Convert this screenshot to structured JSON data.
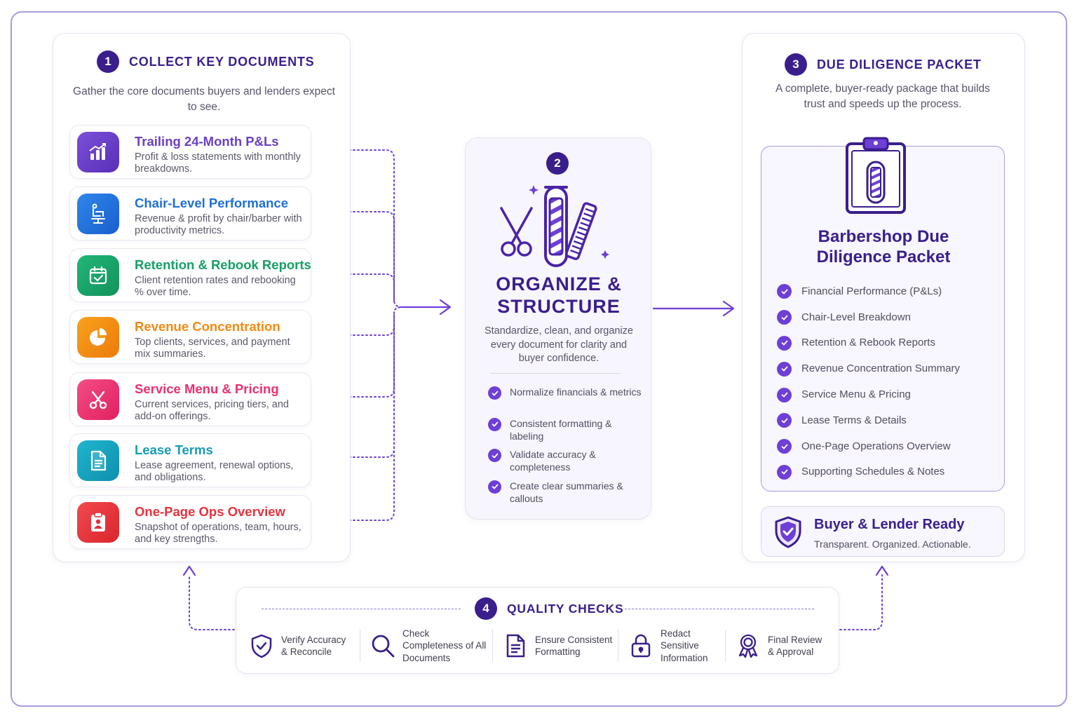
{
  "collect": {
    "number": "1",
    "title": "COLLECT KEY DOCUMENTS",
    "subtitle": "Gather the core documents buyers and lenders expect to see.",
    "items": [
      {
        "title": "Trailing 24-Month P&Ls",
        "desc": "Profit & loss statements with monthly breakdowns.",
        "color": "#6a3fc4",
        "icon": "bar-chart-icon"
      },
      {
        "title": "Chair-Level Performance",
        "desc": "Revenue & profit by chair/barber with productivity metrics.",
        "color": "#1f6fd6",
        "icon": "barber-chair-icon"
      },
      {
        "title": "Retention & Rebook Reports",
        "desc": "Client retention rates and rebooking % over time.",
        "color": "#16a066",
        "icon": "calendar-check-icon"
      },
      {
        "title": "Revenue Concentration",
        "desc": "Top clients, services, and payment mix summaries.",
        "color": "#f08a10",
        "icon": "pie-chart-icon"
      },
      {
        "title": "Service Menu & Pricing",
        "desc": "Current services, pricing tiers, and add-on offerings.",
        "color": "#ec2f6d",
        "icon": "scissors-icon"
      },
      {
        "title": "Lease Terms",
        "desc": "Lease agreement, renewal options, and obligations.",
        "color": "#159db8",
        "icon": "document-icon"
      },
      {
        "title": "One-Page Ops Overview",
        "desc": "Snapshot of operations, team, hours, and key strengths.",
        "color": "#e8323c",
        "icon": "clipboard-person-icon"
      }
    ]
  },
  "organize": {
    "number": "2",
    "title": "ORGANIZE & STRUCTURE",
    "subtitle": "Standardize, clean, and organize every document for clarity and buyer confidence.",
    "items": [
      "Normalize financials & metrics",
      "Consistent formatting & labeling",
      "Validate accuracy & completeness",
      "Create clear summaries & callouts"
    ]
  },
  "packet": {
    "number": "3",
    "title": "DUE DILIGENCE PACKET",
    "subtitle": "A complete, buyer-ready package that builds trust and speeds up the process.",
    "packet_title": "Barbershop Due Diligence Packet",
    "items": [
      "Financial Performance (P&Ls)",
      "Chair-Level Breakdown",
      "Retention & Rebook Reports",
      "Revenue Concentration Summary",
      "Service Menu & Pricing",
      "Lease Terms & Details",
      "One-Page Operations Overview",
      "Supporting Schedules & Notes"
    ],
    "ready_title": "Buyer & Lender Ready",
    "ready_sub": "Transparent. Organized. Actionable."
  },
  "quality": {
    "number": "4",
    "title": "QUALITY CHECKS",
    "items": [
      {
        "label": "Verify Accuracy & Reconcile",
        "icon": "shield-check-icon"
      },
      {
        "label": "Check Completeness of All Documents",
        "icon": "magnifier-icon"
      },
      {
        "label": "Ensure Consistent Formatting",
        "icon": "document-lines-icon"
      },
      {
        "label": "Redact Sensitive Information",
        "icon": "lock-icon"
      },
      {
        "label": "Final Review & Approval",
        "icon": "award-icon"
      }
    ]
  },
  "colors": {
    "accent": "#3a1e8c",
    "accent_light": "#6d3fd6",
    "border": "#a99be0"
  }
}
